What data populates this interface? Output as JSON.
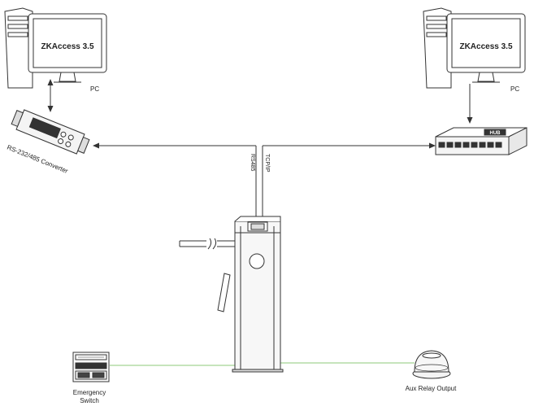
{
  "software": {
    "left_monitor_title": "ZKAccess 3.5",
    "right_monitor_title": "ZKAccess 3.5"
  },
  "labels": {
    "left_pc": "PC",
    "right_pc": "PC",
    "converter": "RS-232/485 Converter",
    "emergency_switch_line1": "Emergency",
    "emergency_switch_line2": "Switch",
    "aux_relay": "Aux Relay Output",
    "rs485": "RS485",
    "tcpip": "TCP/IP",
    "hub": "HUB"
  },
  "colors": {
    "line": "#333333",
    "green_wire": "#8cc97a",
    "device_fill": "#f7f7f7"
  }
}
